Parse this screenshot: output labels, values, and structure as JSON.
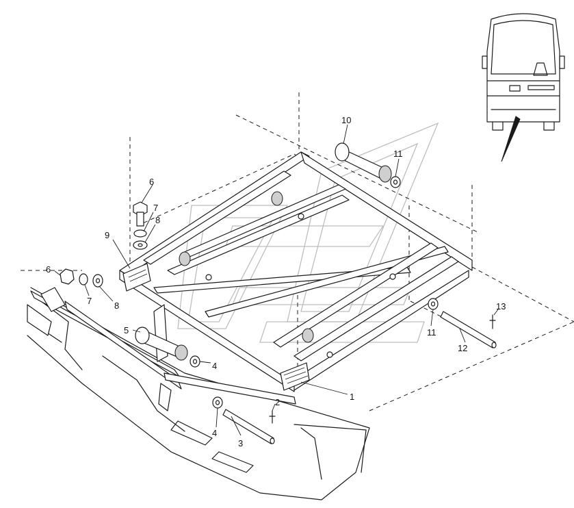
{
  "callouts": [
    {
      "id": "c1",
      "text": "1"
    },
    {
      "id": "c2",
      "text": "2"
    },
    {
      "id": "c3",
      "text": "3"
    },
    {
      "id": "c4a",
      "text": "4"
    },
    {
      "id": "c4b",
      "text": "4"
    },
    {
      "id": "c5",
      "text": "5"
    },
    {
      "id": "c6a",
      "text": "6"
    },
    {
      "id": "c6b",
      "text": "6"
    },
    {
      "id": "c7a",
      "text": "7"
    },
    {
      "id": "c7b",
      "text": "7"
    },
    {
      "id": "c8a",
      "text": "8"
    },
    {
      "id": "c8b",
      "text": "8"
    },
    {
      "id": "c9",
      "text": "9"
    },
    {
      "id": "c10",
      "text": "10"
    },
    {
      "id": "c11a",
      "text": "11"
    },
    {
      "id": "c11b",
      "text": "11"
    },
    {
      "id": "c12",
      "text": "12"
    },
    {
      "id": "c13",
      "text": "13"
    }
  ],
  "colors": {
    "line": "#1a1a1a",
    "watermark": "#bdbdbd",
    "background": "#ffffff"
  }
}
